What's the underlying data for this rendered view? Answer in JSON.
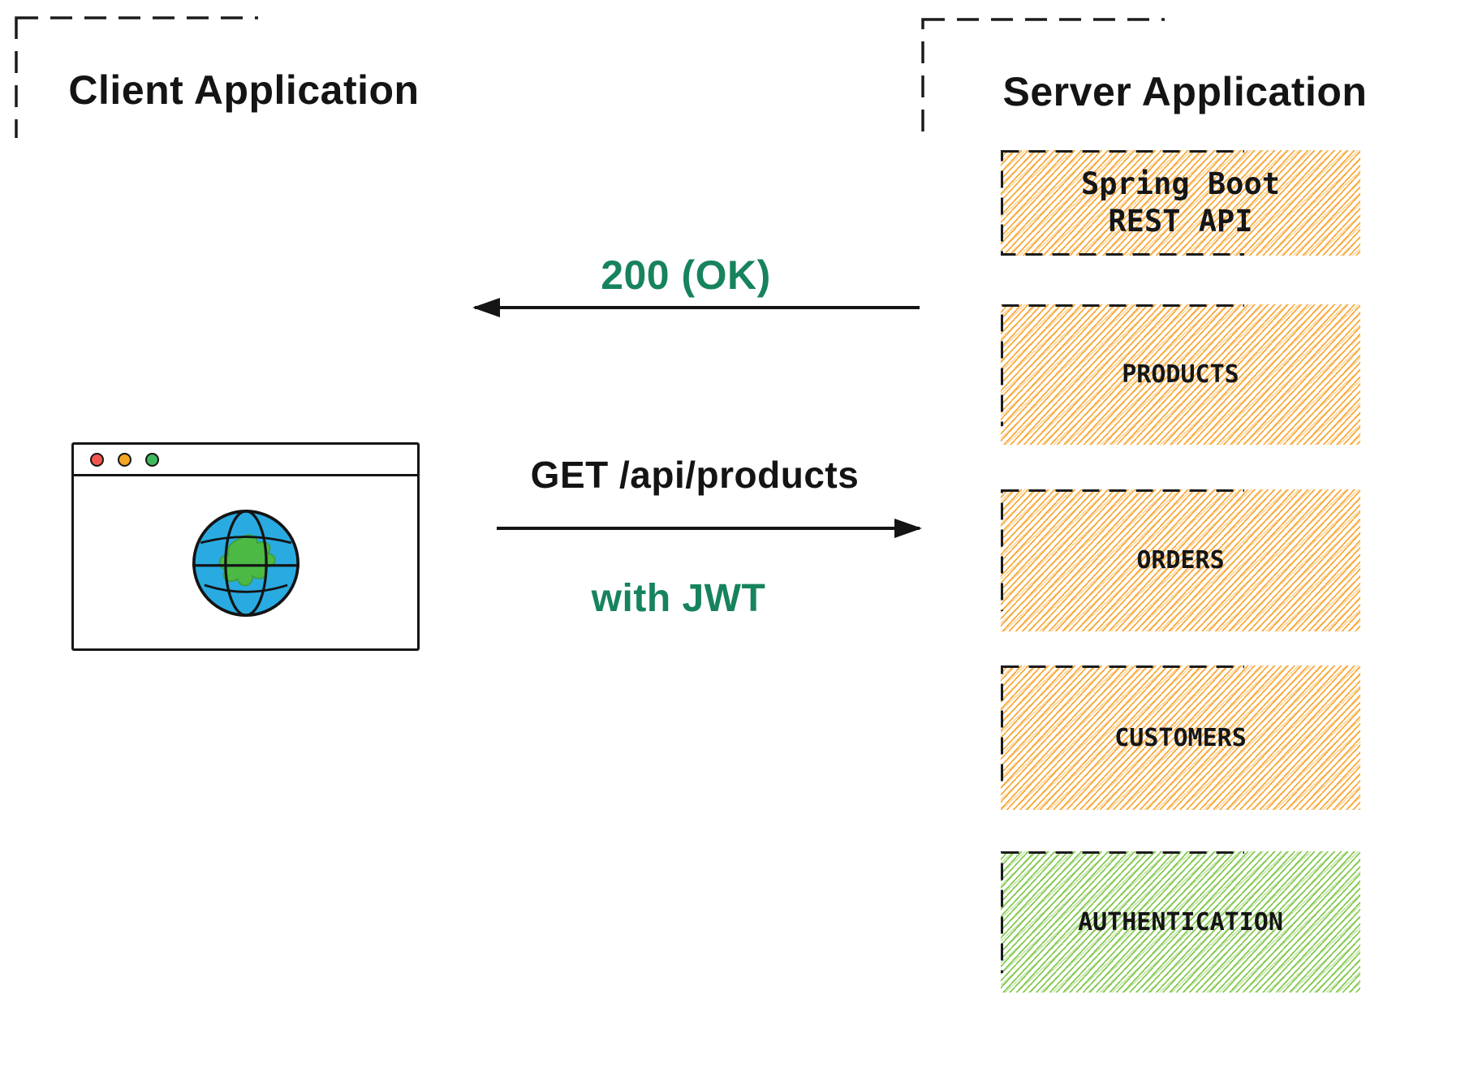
{
  "client": {
    "title": "Client Application",
    "browser": {
      "window_controls": [
        "close",
        "minimize",
        "maximize"
      ],
      "icon": "globe-icon"
    }
  },
  "server": {
    "title": "Server Application",
    "modules": [
      {
        "id": "spring-boot-rest-api",
        "label": "Spring Boot\nREST API",
        "style": "orange-hatch"
      },
      {
        "id": "products",
        "label": "PRODUCTS",
        "style": "orange-hatch"
      },
      {
        "id": "orders",
        "label": "ORDERS",
        "style": "orange-hatch"
      },
      {
        "id": "customers",
        "label": "CUSTOMERS",
        "style": "orange-hatch"
      },
      {
        "id": "authentication",
        "label": "AUTHENTICATION",
        "style": "green-hatch"
      }
    ]
  },
  "messages": {
    "response": {
      "label": "200 (OK)",
      "direction": "server-to-client"
    },
    "request": {
      "label": "GET /api/products",
      "direction": "client-to-server"
    },
    "request_note": {
      "label": "with JWT"
    }
  },
  "colors": {
    "ink": "#1B1B1B",
    "green_text": "#17835C",
    "orange_hatch": "#F9A42C",
    "green_hatch": "#7CC644",
    "globe_ocean": "#29ABE2",
    "globe_land": "#4CB944",
    "dot_red": "#F0564F",
    "dot_yellow": "#F5A623",
    "dot_green": "#3EB95B"
  }
}
